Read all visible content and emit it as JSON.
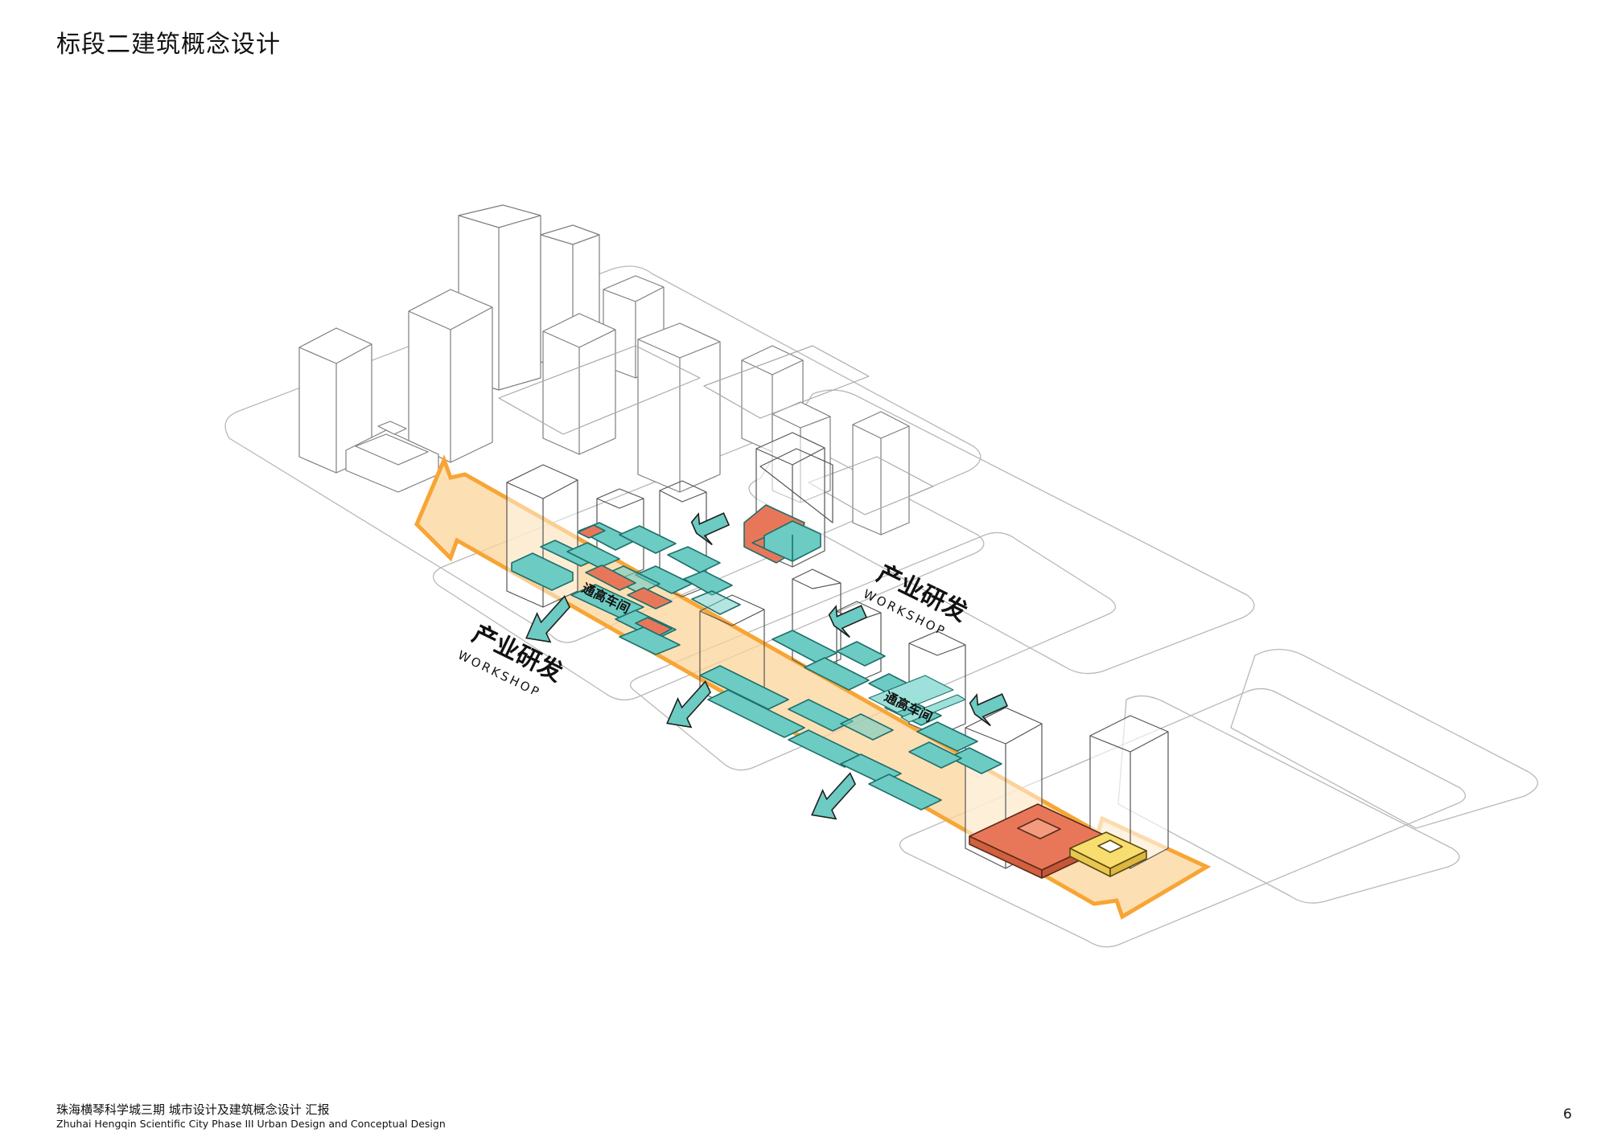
{
  "page": {
    "title": "标段二建筑概念设计",
    "footer_cn": "珠海横琴科学城三期 城市设计及建筑概念设计 汇报",
    "footer_en": "Zhuhai Hengqin Scientific City Phase III Urban Design and Conceptual Design",
    "page_number": "6"
  },
  "labels": {
    "workshop_left_cn": "产业研发",
    "workshop_left_en": "WORKSHOP",
    "workshop_right_cn": "产业研发",
    "workshop_right_en": "WORKSHOP",
    "tall_hall_1": "通高车间",
    "tall_hall_2": "通高车间"
  },
  "colors": {
    "axis_orange": "#f7a535",
    "axis_fill": "#fbd49a",
    "teal": "#6ccbc3",
    "teal_dark": "#2a8f88",
    "coral": "#e8775a",
    "yellow": "#f7de6e",
    "outline": "#8a8a8a"
  }
}
